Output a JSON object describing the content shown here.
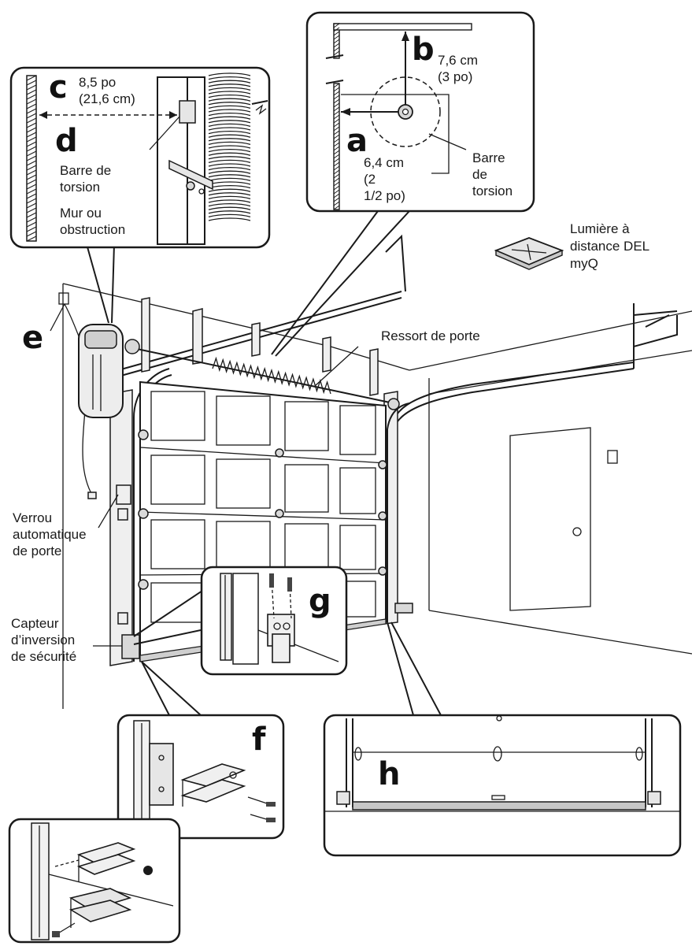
{
  "callouts": {
    "a": {
      "letter": "a",
      "measure_line1": "6,4 cm",
      "measure_line2": "(2",
      "measure_line3": "1/2 po)"
    },
    "b": {
      "letter": "b",
      "measure_line1": "7,6 cm",
      "measure_line2": "(3 po)"
    },
    "b_label": {
      "line1": "Barre",
      "line2": "de",
      "line3": "torsion"
    },
    "c": {
      "letter": "c",
      "measure_line1": "8,5 po",
      "measure_line2": "(21,6 cm)"
    },
    "d": {
      "letter": "d",
      "bar_line1": "Barre de",
      "bar_line2": "torsion",
      "wall_line1": "Mur ou",
      "wall_line2": "obstruction"
    },
    "e": {
      "letter": "e"
    },
    "f": {
      "letter": "f"
    },
    "g": {
      "letter": "g"
    },
    "h": {
      "letter": "h"
    }
  },
  "labels": {
    "light": {
      "line1": "Lumière à",
      "line2": "distance DEL",
      "line3": "myQ"
    },
    "spring": "Ressort de porte",
    "lock": {
      "line1": "Verrou",
      "line2": "automatique",
      "line3": "de porte"
    },
    "sensor": {
      "line1": "Capteur",
      "line2": "d’inversion",
      "line3": "de sécurité"
    }
  }
}
